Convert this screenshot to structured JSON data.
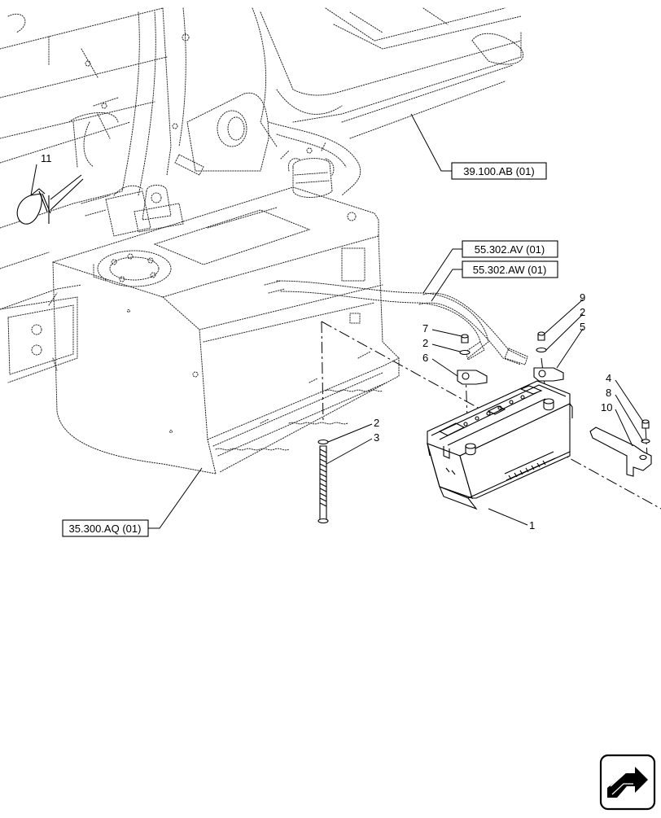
{
  "references": [
    {
      "id": "ref-39-100-ab",
      "text": "39.100.AB (01)"
    },
    {
      "id": "ref-55-302-av",
      "text": "55.302.AV (01)"
    },
    {
      "id": "ref-55-302-aw",
      "text": "55.302.AW (01)"
    },
    {
      "id": "ref-35-300-aq",
      "text": "35.300.AQ (01)"
    }
  ],
  "callouts": [
    {
      "id": "callout-11",
      "text": "11"
    },
    {
      "id": "callout-9",
      "text": "9"
    },
    {
      "id": "callout-2a",
      "text": "2"
    },
    {
      "id": "callout-5",
      "text": "5"
    },
    {
      "id": "callout-7",
      "text": "7"
    },
    {
      "id": "callout-2b",
      "text": "2"
    },
    {
      "id": "callout-6",
      "text": "6"
    },
    {
      "id": "callout-4",
      "text": "4"
    },
    {
      "id": "callout-8",
      "text": "8"
    },
    {
      "id": "callout-10",
      "text": "10"
    },
    {
      "id": "callout-2c",
      "text": "2"
    },
    {
      "id": "callout-3",
      "text": "3"
    },
    {
      "id": "callout-1",
      "text": "1"
    }
  ],
  "icons": {
    "next_page": "next-page-arrow-icon"
  }
}
